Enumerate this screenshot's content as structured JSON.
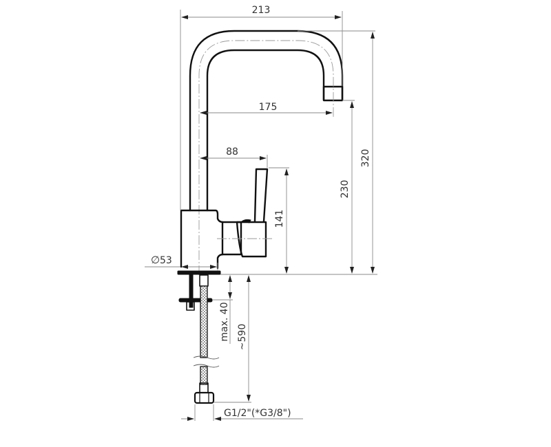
{
  "diagram": {
    "type": "technical-dimension-drawing",
    "subject": "single-lever kitchen faucet with swivel spout and flexible supply hose",
    "units": "mm",
    "colors": {
      "outline": "#111111",
      "dimension_lines": "#8a8a8a",
      "text": "#333333",
      "background": "#ffffff"
    }
  },
  "dimensions": {
    "total_reach": "213",
    "spout_reach": "175",
    "lever_reach": "88",
    "total_height": "320",
    "spout_outlet_height": "230",
    "lever_height": "141",
    "base_diameter_symbol": "∅",
    "base_diameter": "53",
    "max_countertop_thickness": "max. 40",
    "hose_length": "~590",
    "connection_thread": "G1/2\"(*G3/8\")"
  }
}
